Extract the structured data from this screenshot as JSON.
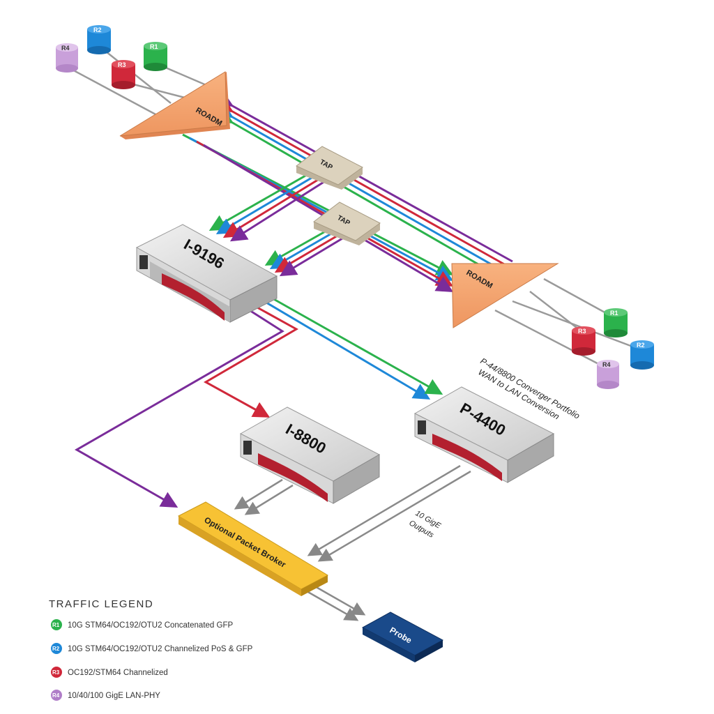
{
  "devices": {
    "i9196": "I-9196",
    "i8800": "I-8800",
    "p4400": "P-4400",
    "roadm_left": "ROADM",
    "roadm_right": "ROADM",
    "tap_upper": "TAP",
    "tap_lower": "TAP",
    "broker": "Optional Packet Broker",
    "probe": "Probe"
  },
  "annotations": {
    "converger_line1": "P-44/8800 Converger Portfolio",
    "converger_line2": "WAN to LAN Conversion",
    "outputs_line1": "10 GigE",
    "outputs_line2": "Outputs"
  },
  "routers": {
    "left": [
      "R4",
      "R2",
      "R3",
      "R1"
    ],
    "right": [
      "R1",
      "R3",
      "R2",
      "R4"
    ]
  },
  "legend": {
    "title": "TRAFFIC LEGEND",
    "items": [
      {
        "badge": "R1",
        "text": "10G STM64/OC192/OTU2 Concatenated GFP",
        "color": "#2bb24c"
      },
      {
        "badge": "R2",
        "text": "10G STM64/OC192/OTU2 Channelized PoS & GFP",
        "color": "#1e88d8"
      },
      {
        "badge": "R3",
        "text": "OC192/STM64 Channelized",
        "color": "#d0283a"
      },
      {
        "badge": "R4",
        "text": "10/40/100 GigE LAN-PHY",
        "color": "#b07ec8"
      }
    ]
  },
  "colors": {
    "green": "#2bb24c",
    "blue": "#1e88d8",
    "red": "#d0283a",
    "purple": "#7a2c9a",
    "lilac": "#cfa6de",
    "roadm": "#f4a46e",
    "tap": "#d8cdb8",
    "broker": "#f7c234",
    "probe": "#1a4a8a",
    "fiber": "#9a9a9a"
  }
}
